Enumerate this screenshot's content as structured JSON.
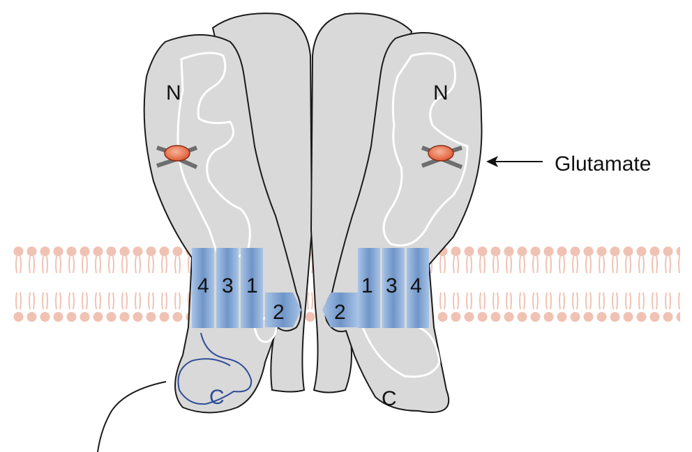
{
  "diagram": {
    "labels": {
      "n_left": "N",
      "n_right": "N",
      "c_left": "C",
      "c_right": "C",
      "glutamate": "Glutamate"
    },
    "segments_left": [
      "4",
      "3",
      "1",
      "2"
    ],
    "segments_right": [
      "2",
      "1",
      "3",
      "4"
    ]
  },
  "colors": {
    "subunit_fill": "#d9d9d9",
    "subunit_stroke": "#1a1a1a",
    "membrane": "#f0c2b3",
    "helix_blue": "#8fb1dc",
    "glutamate_fill": "#e8714e",
    "c_tail_blue": "#2f4c97"
  }
}
